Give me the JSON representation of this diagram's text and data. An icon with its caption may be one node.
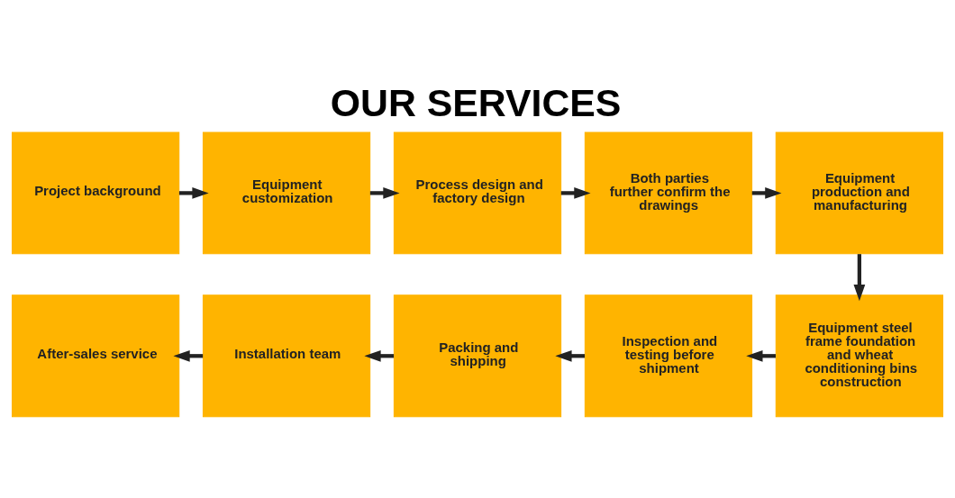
{
  "diagram": {
    "title": "OUR SERVICES",
    "nodes": [
      {
        "text": [
          "Project background"
        ]
      },
      {
        "text": [
          "Equipment customization"
        ]
      },
      {
        "text": [
          "Process design and factory design"
        ]
      },
      {
        "text": [
          "Both parties further confirm the drawings"
        ]
      },
      {
        "text": [
          "Equipment production and manufacturing"
        ]
      },
      {
        "text": [
          "After-sales service"
        ]
      },
      {
        "text": [
          "Installation team"
        ]
      },
      {
        "text": [
          "Packing and shipping"
        ]
      },
      {
        "text": [
          "Inspection and testing before shipment"
        ]
      },
      {
        "text": [
          "Equipment steel frame foundation and wheat conditioning bins construction"
        ]
      }
    ],
    "edges": [
      {
        "from": 0,
        "to": 1,
        "arrow": "to"
      },
      {
        "from": 1,
        "to": 2,
        "arrow": "to"
      },
      {
        "from": 2,
        "to": 3,
        "arrow": "to"
      },
      {
        "from": 3,
        "to": 4,
        "arrow": "to"
      },
      {
        "from": 4,
        "to": 9,
        "arrow": "to"
      },
      {
        "from": 9,
        "to": 8,
        "arrow": "to"
      },
      {
        "from": 8,
        "to": 7,
        "arrow": "to"
      },
      {
        "from": 7,
        "to": 6,
        "arrow": "to"
      },
      {
        "from": 6,
        "to": 5,
        "arrow": "to"
      }
    ]
  }
}
